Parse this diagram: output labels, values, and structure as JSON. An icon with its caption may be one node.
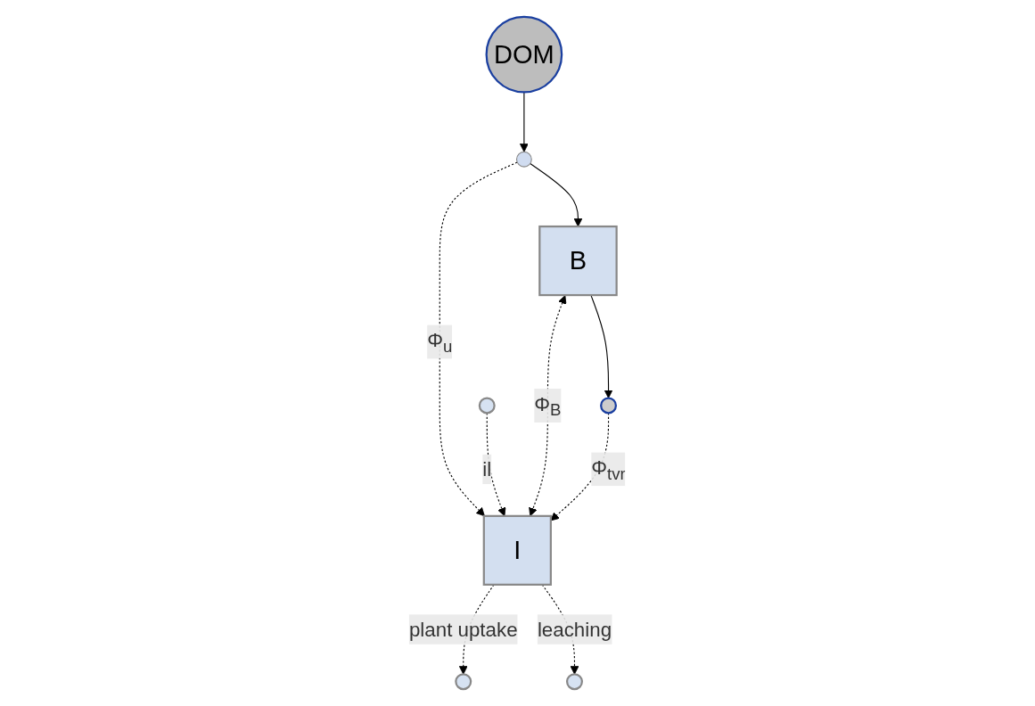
{
  "diagram": {
    "nodes": [
      {
        "text": [
          "DOM"
        ]
      },
      {
        "text": [],
        "shape": "circle"
      },
      {
        "text": [
          "B"
        ]
      },
      {
        "text": [],
        "shape": "circle"
      },
      {
        "text": [],
        "shape": "circle"
      },
      {
        "text": [],
        "shape": "circle"
      },
      {
        "text": [
          "I"
        ]
      },
      {
        "text": [],
        "shape": "circle"
      }
    ],
    "edges": [
      {
        "from": 0,
        "to": 1,
        "arrow": "to"
      },
      {
        "from": 1,
        "to": 2,
        "arrow": "to"
      },
      {
        "from": 1,
        "to": 6,
        "arrow": "to",
        "style": "dashed",
        "label": "Φ$_{u}$"
      },
      {
        "from": 4,
        "to": 6,
        "arrow": "to",
        "style": "dashed",
        "label": "il"
      },
      {
        "from": 6,
        "to": 5,
        "arrow": "to",
        "style": "dashed",
        "label": "plant uptake"
      },
      {
        "from": 2,
        "to": 6,
        "arrow": "both",
        "style": "dashed",
        "label": "Φ$_{B}$"
      },
      {
        "from": 2,
        "to": 3,
        "arrow": "to"
      },
      {
        "from": 3,
        "to": 6,
        "arrow": "to",
        "style": "dashed",
        "label": "Φ$_{tvr}$"
      },
      {
        "from": 6,
        "to": 7,
        "arrow": "to",
        "style": "dashed",
        "label": "leaching"
      }
    ]
  }
}
